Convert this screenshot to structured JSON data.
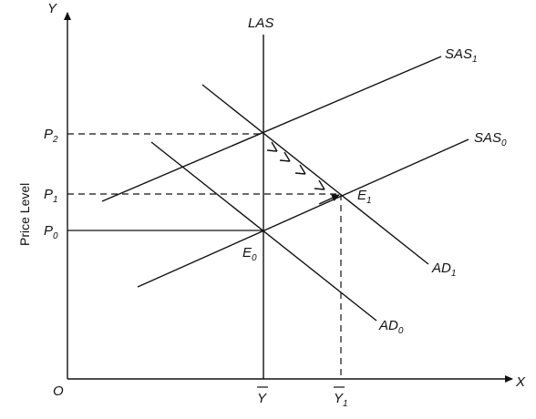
{
  "axes": {
    "y_axis_letter": "Y",
    "x_axis_letter": "X",
    "origin": "O",
    "y_title": "Price Level"
  },
  "price_levels": [
    {
      "base": "P",
      "sub": "2"
    },
    {
      "base": "P",
      "sub": "1"
    },
    {
      "base": "P",
      "sub": "0"
    }
  ],
  "output_levels": {
    "y_bar": "Y",
    "y1_bar": {
      "base": "Y",
      "sub": "1"
    }
  },
  "curves": {
    "las": "LAS",
    "sas1": {
      "base": "SAS",
      "sub": "1"
    },
    "sas0": {
      "base": "SAS",
      "sub": "0"
    },
    "ad1": {
      "base": "AD",
      "sub": "1"
    },
    "ad0": {
      "base": "AD",
      "sub": "0"
    }
  },
  "points": {
    "e0": {
      "base": "E",
      "sub": "0"
    },
    "e1": {
      "base": "E",
      "sub": "1"
    }
  }
}
